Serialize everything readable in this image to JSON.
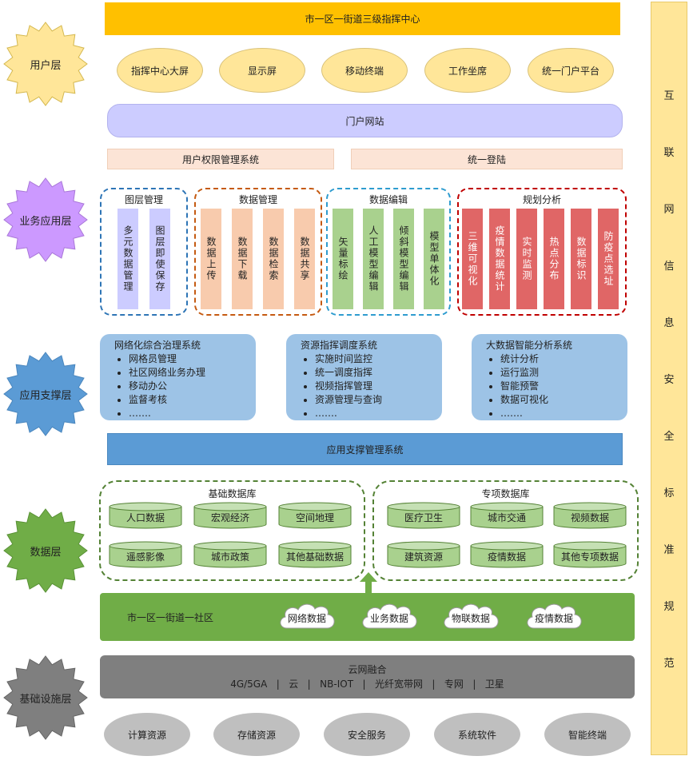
{
  "colors": {
    "user_star": "#FFE699",
    "biz_star": "#CC99FF",
    "support_star": "#5B9BD5",
    "data_star": "#70AD47",
    "infra_star": "#7F7F7F"
  },
  "layers": {
    "user": "用户层",
    "business": "业务应用层",
    "support": "应用支撑层",
    "data": "数据层",
    "infra": "基础设施层"
  },
  "right_bar": [
    "互",
    "联",
    "网",
    "信",
    "息",
    "安",
    "全",
    "标",
    "准",
    "规",
    "范"
  ],
  "user_layer": {
    "title": "市一区一街道三级指挥中心",
    "terminals": [
      "指挥中心大屏",
      "显示屏",
      "移动终端",
      "工作坐席",
      "统一门户平台"
    ],
    "portal": "门户网站",
    "auth": "用户权限管理系统",
    "login": "统一登陆"
  },
  "business_layer": {
    "groups": [
      {
        "title": "图层管理",
        "items": [
          "多元数据管理",
          "图层即使保存"
        ]
      },
      {
        "title": "数据管理",
        "items": [
          "数据上传",
          "数据下载",
          "数据检索",
          "数据共享"
        ]
      },
      {
        "title": "数据编辑",
        "items": [
          "矢量标绘",
          "人工模型编辑",
          "倾斜模型编辑",
          "模型单体化"
        ]
      },
      {
        "title": "规划分析",
        "items": [
          "三维可视化",
          "疫情数据统计",
          "实时监测",
          "热点分布",
          "数据标识",
          "防疫点选址"
        ]
      }
    ]
  },
  "support_layer": {
    "systems": [
      {
        "title": "网络化综合治理系统",
        "items": [
          "网格员管理",
          "社区网络业务办理",
          "移动办公",
          "监督考核",
          "……."
        ]
      },
      {
        "title": "资源指挥调度系统",
        "items": [
          "实施时间监控",
          "统一调度指挥",
          "视频指挥管理",
          "资源管理与查询",
          "……."
        ]
      },
      {
        "title": "大数据智能分析系统",
        "items": [
          "统计分析",
          "运行监测",
          "智能预警",
          "数据可视化",
          "……."
        ]
      }
    ],
    "mgmt": "应用支撑管理系统"
  },
  "data_layer": {
    "base": {
      "title": "基础数据库",
      "items": [
        "人口数据",
        "宏观经济",
        "空间地理",
        "遥感影像",
        "城市政策",
        "其他基础数据"
      ]
    },
    "special": {
      "title": "专项数据库",
      "items": [
        "医疗卫生",
        "城市交通",
        "视频数据",
        "建筑资源",
        "疫情数据",
        "其他专项数据"
      ]
    },
    "community": "市一区一街道一社区",
    "clouds": [
      "网络数据",
      "业务数据",
      "物联数据",
      "疫情数据"
    ]
  },
  "infra_layer": {
    "title": "云网融合",
    "networks": "4G/5GA   |   云   |   NB-IOT   |   光纤宽带网   |   专网   |   卫星",
    "resources": [
      "计算资源",
      "存储资源",
      "安全服务",
      "系统软件",
      "智能终端"
    ]
  }
}
